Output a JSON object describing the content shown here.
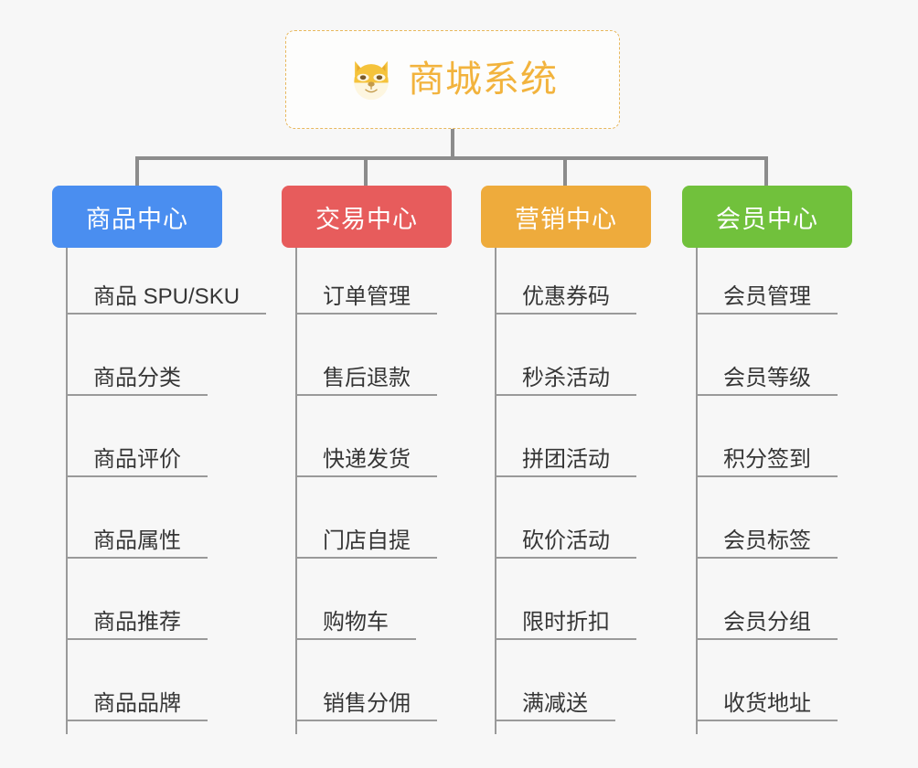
{
  "diagram": {
    "type": "mindmap",
    "title": "商城系统",
    "background_color": "#f7f7f7",
    "root": {
      "label": "商城系统",
      "icon": "shiba-dog-face-emoji",
      "text_color": "#f2b33d",
      "border_color": "#e8b85e",
      "border_style": "dashed"
    },
    "branches": [
      {
        "id": "product-center",
        "label": "商品中心",
        "color": "#4a8ef0",
        "items": [
          "商品 SPU/SKU",
          "商品分类",
          "商品评价",
          "商品属性",
          "商品推荐",
          "商品品牌"
        ]
      },
      {
        "id": "trade-center",
        "label": "交易中心",
        "color": "#e75c5c",
        "items": [
          "订单管理",
          "售后退款",
          "快递发货",
          "门店自提",
          "购物车",
          "销售分佣"
        ]
      },
      {
        "id": "marketing-center",
        "label": "营销中心",
        "color": "#eeab3c",
        "items": [
          "优惠券码",
          "秒杀活动",
          "拼团活动",
          "砍价活动",
          "限时折扣",
          "满减送"
        ]
      },
      {
        "id": "member-center",
        "label": "会员中心",
        "color": "#71c13c",
        "items": [
          "会员管理",
          "会员等级",
          "积分签到",
          "会员标签",
          "会员分组",
          "收货地址"
        ]
      }
    ]
  }
}
